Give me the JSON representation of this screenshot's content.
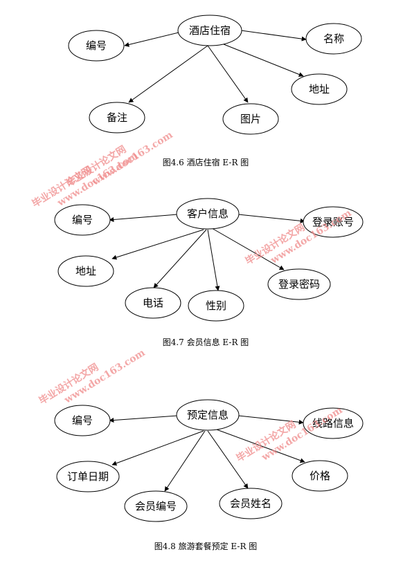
{
  "diagrams": [
    {
      "caption": "图4.6  酒店住宿 E-R 图",
      "center": "酒店住宿",
      "attributes": [
        "编号",
        "名称",
        "备注",
        "图片",
        "地址"
      ]
    },
    {
      "caption": "图4.7  会员信息 E-R 图",
      "center": "客户信息",
      "attributes": [
        "编号",
        "登录账号",
        "地址",
        "电话",
        "性别",
        "登录密码"
      ]
    },
    {
      "caption": "图4.8  旅游套餐预定 E-R 图",
      "center": "预定信息",
      "attributes": [
        "编号",
        "线路信息",
        "订单日期",
        "会员编号",
        "会员姓名",
        "价格"
      ]
    }
  ],
  "watermarks": [
    {
      "line1": "毕业设计论文网",
      "line2": "www.doc163.com"
    },
    {
      "line1": "毕业设计论文网",
      "line2": "www.doc163.com"
    },
    {
      "line1": "毕业设计论文网",
      "line2": "www.doc163.com"
    },
    {
      "line1": "毕业设计论文网",
      "line2": "www.doc163.com"
    },
    {
      "line1": "毕业设计论文网",
      "line2": "www.doc163.com"
    }
  ],
  "colors": {
    "stroke": "#000000",
    "watermark": "#f08a8a",
    "background": "#ffffff"
  }
}
